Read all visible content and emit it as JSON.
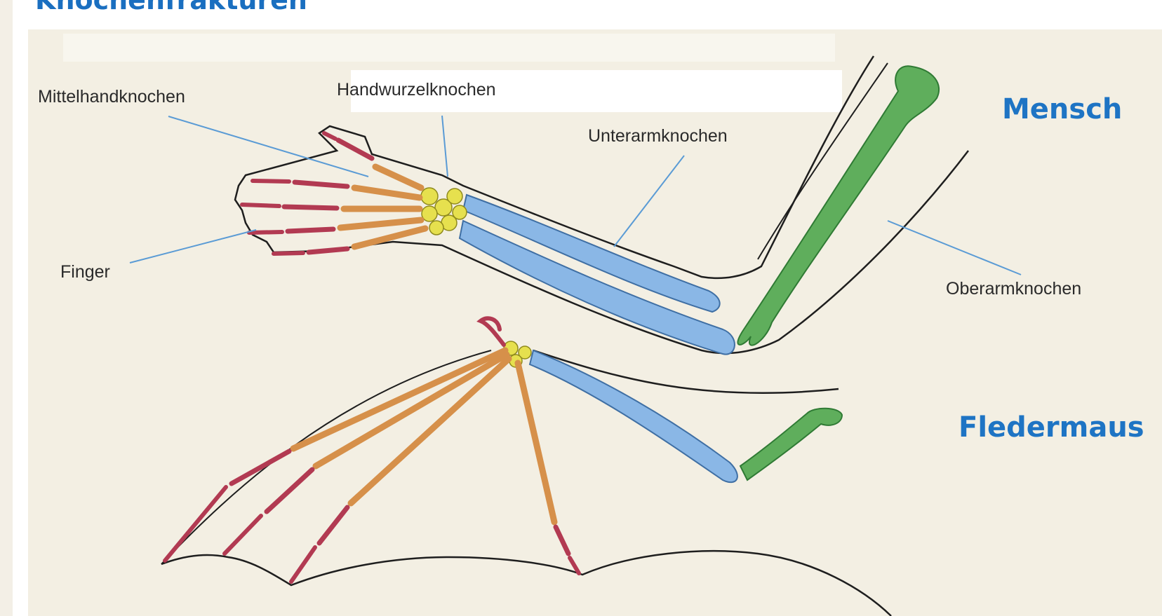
{
  "title": "Knochenfrakturen",
  "labels": {
    "mittelhandknochen": "Mittelhandknochen",
    "handwurzelknochen": "Handwurzelknochen",
    "unterarmknochen": "Unterarmknochen",
    "finger": "Finger",
    "oberarmknochen": "Oberarmknochen"
  },
  "species": {
    "human": "Mensch",
    "bat": "Fledermaus"
  },
  "colors": {
    "title": "#1a6fc0",
    "species": "#1e74c4",
    "finger_bones": "#b23a52",
    "metacarpal_bones": "#d6904a",
    "carpal_bones": "#e6e04e",
    "forearm_bones": "#8ab7e6",
    "upper_arm_bone": "#5fae5c",
    "pointer_lines": "#5a9bd5"
  }
}
